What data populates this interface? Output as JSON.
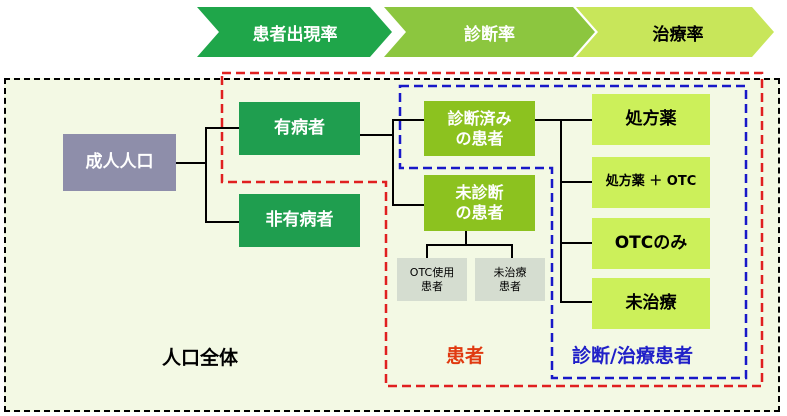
{
  "stages": [
    "患者出現率",
    "診断率",
    "治療率"
  ],
  "nodes": {
    "adult_population": "成人人口",
    "diseased": "有病者",
    "non_diseased": "非有病者",
    "diagnosed_patients": "診断済み\nの患者",
    "undiagnosed_patients": "未診断\nの患者",
    "otc_use_patients": "OTC使用\n患者",
    "untreated_patients_small": "未治療\n患者",
    "prescription": "処方薬",
    "prescription_plus_otc": "処方薬 ＋ OTC",
    "otc_only": "OTCのみ",
    "untreated": "未治療"
  },
  "regions": {
    "total_population": "人口全体",
    "patients": "患者",
    "diagnosed_treated_patients": "診断/治療患者"
  },
  "colors": {
    "chevron_dark": "#1fa64a",
    "chevron_mid": "#8cc63f",
    "chevron_light": "#c8e65a",
    "dark_green": "#1f9e4f",
    "olive_green": "#8cc21f",
    "light_green": "#ccf05a",
    "lavender": "#8e8eaa",
    "gray_green": "#d5ddd0",
    "pale_background": "#f3f9e4",
    "red_dash": "#e02020",
    "blue_dash": "#1818c8",
    "patients_label": "#e03a10",
    "diag_label": "#2020c8"
  }
}
